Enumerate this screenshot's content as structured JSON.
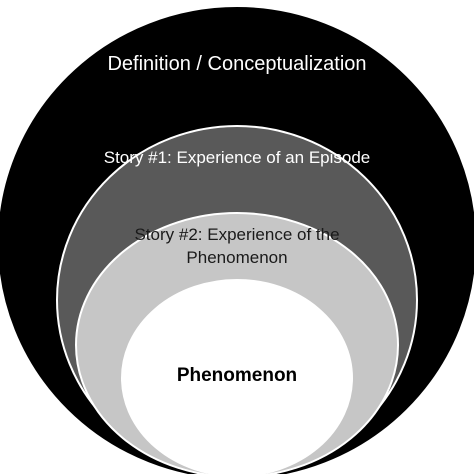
{
  "diagram": {
    "layers": [
      {
        "id": "definition",
        "lines": [
          "Definition / Conceptualization"
        ],
        "fill": "#000000",
        "text_color": "#ffffff"
      },
      {
        "id": "story-1",
        "lines": [
          "Story #1: Experience of an Episode"
        ],
        "fill": "#595959",
        "text_color": "#ffffff"
      },
      {
        "id": "story-2",
        "lines": [
          "Story #2: Experience of the",
          "Phenomenon"
        ],
        "fill": "#c6c6c6",
        "text_color": "#1a1a1a"
      },
      {
        "id": "phenomenon",
        "lines": [
          "Phenomenon"
        ],
        "fill": "#ffffff",
        "text_color": "#000000"
      }
    ]
  }
}
